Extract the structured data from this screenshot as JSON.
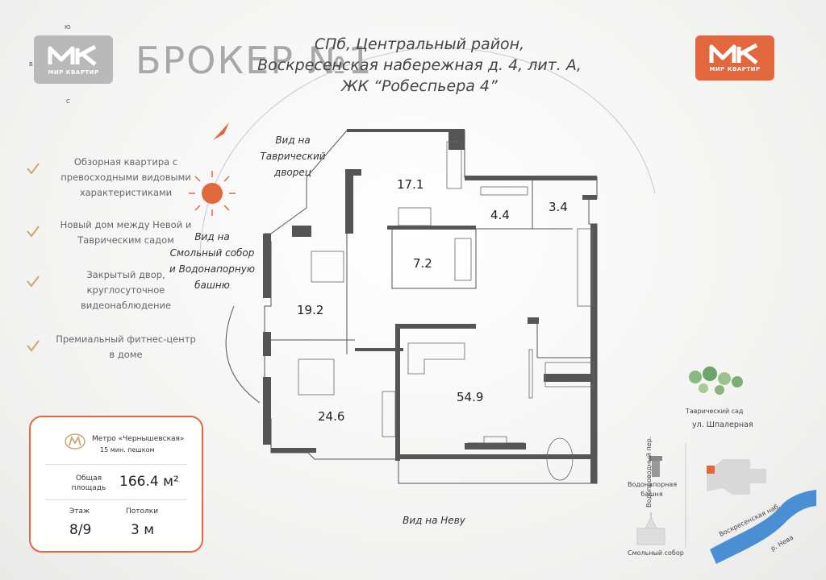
{
  "logos": {
    "left_text": "МИР КВАРТИР",
    "right_text": "МИР КВАРТИР"
  },
  "brand_title": "БРОКЕР №1",
  "address": {
    "line1": "СПб, Центральный район,",
    "line2": "Воскресенская набережная д. 4, лит. А,",
    "line3": "ЖК “Робеспьера 4”"
  },
  "compass": {
    "n": "Ю",
    "w": "В",
    "s": "С"
  },
  "features": [
    {
      "text": "Обзорная квартира с превосходными видовыми характеристиками"
    },
    {
      "text": "Новый дом между Невой и Таврическим садом"
    },
    {
      "text": "Закрытый двор, круглосуточное видеонаблюдение"
    },
    {
      "text": "Премиальный фитнес-центр в доме"
    }
  ],
  "views": {
    "tavrichesky": "Вид на Таврический дворец",
    "smolny": "Вид на Смольный собор и Водонапорную башню",
    "neva": "Вид на Неву"
  },
  "rooms": [
    "17.1",
    "4.4",
    "3.4",
    "7.2",
    "19.2",
    "24.6",
    "54.9"
  ],
  "card": {
    "metro": "Метро «Чернышевская»",
    "walk": "15 мин. пешком",
    "area_label": "Общая площадь",
    "area_value": "166.4 м²",
    "floor_label": "Этаж",
    "floor_value": "8/9",
    "ceiling_label": "Потолки",
    "ceiling_value": "3 м"
  },
  "map": {
    "tavr_garden": "Таврический сад",
    "shpalernaya": "ул. Шпалерная",
    "water_tower": "Водонапорная башня",
    "vodoprovodny": "Водопроводный пер.",
    "voskresenskaya": "Воскресенская наб.",
    "neva_river": "р. Нева",
    "smolny": "Смольный собор"
  },
  "colors": {
    "accent": "#e2673c",
    "wall": "#555555",
    "gold": "#c9a96e"
  }
}
